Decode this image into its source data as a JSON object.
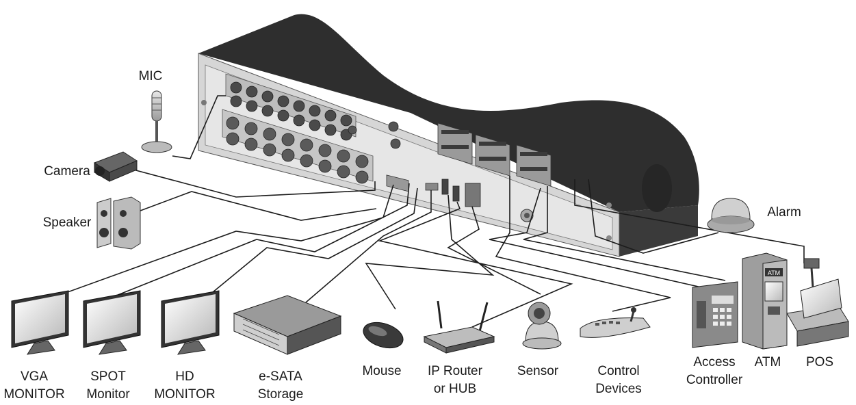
{
  "labels": {
    "mic": "MIC",
    "camera": "Camera",
    "speaker": "Speaker",
    "alarm": "Alarm",
    "vga_line1": "VGA",
    "vga_line2": "MONITOR",
    "spot_line1": "SPOT",
    "spot_line2": "Monitor",
    "hd_line1": "HD",
    "hd_line2": "MONITOR",
    "esata_line1": "e-SATA",
    "esata_line2": "Storage",
    "mouse": "Mouse",
    "router_line1": "IP Router",
    "router_line2": "or HUB",
    "sensor": "Sensor",
    "control_line1": "Control",
    "control_line2": "Devices",
    "access_line1": "Access",
    "access_line2": "Controller",
    "atm": "ATM",
    "pos": "POS"
  },
  "device_text": {
    "atm_sign": "ATM"
  }
}
